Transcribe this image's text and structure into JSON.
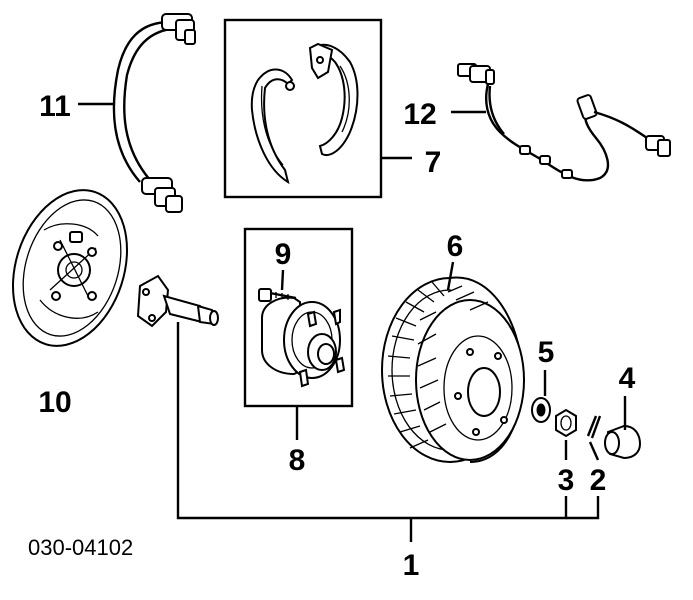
{
  "diagram": {
    "code": "030-04102",
    "callouts": {
      "c1": "1",
      "c2": "2",
      "c3": "3",
      "c4": "4",
      "c5": "5",
      "c6": "6",
      "c7": "7",
      "c8": "8",
      "c9": "9",
      "c10": "10",
      "c11": "11",
      "c12": "12"
    }
  }
}
